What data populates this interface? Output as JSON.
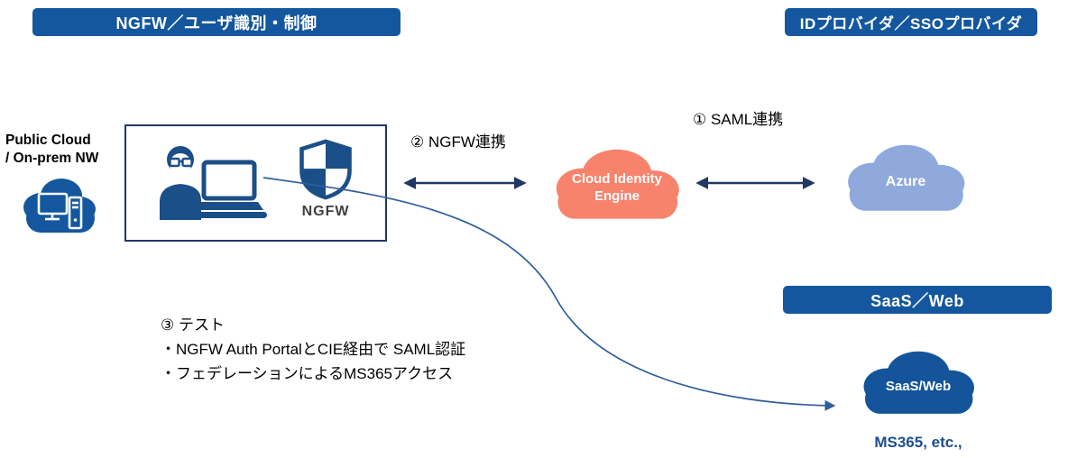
{
  "headers": {
    "left": {
      "label": "NGFW／ユーザ識別・制御"
    },
    "right": {
      "label": "IDプロバイダ／SSOプロバイダ"
    },
    "saas": {
      "label": "SaaS／Web"
    }
  },
  "source": {
    "line1": "Public Cloud",
    "line2": "/ On-prem NW"
  },
  "ngfw_box": {
    "shield_label": "NGFW"
  },
  "flows": [
    {
      "label": "① SAML連携"
    },
    {
      "label": "② NGFW連携"
    }
  ],
  "clouds": {
    "cie": {
      "line1": "Cloud Identity",
      "line2": "Engine",
      "color": "#F7836C"
    },
    "azure": {
      "label": "Azure",
      "color": "#8FA9DC"
    },
    "saas": {
      "label": "SaaS/Web",
      "color": "#14549B",
      "caption": "MS365, etc.,"
    }
  },
  "notes": {
    "title": "③ テスト",
    "items": [
      "・NGFW Auth PortalとCIE経由で SAML認証",
      "・フェデレーションによるMS365アクセス"
    ]
  },
  "colors": {
    "header_blue": "#14579E",
    "box_border": "#1F3864",
    "arrow_navy": "#1F3864",
    "curve_blue": "#2E5E9C",
    "icon_blue": "#1B4F87",
    "ngfw_label_gray": "#404040",
    "ms365_navy": "#1B4E8F"
  }
}
